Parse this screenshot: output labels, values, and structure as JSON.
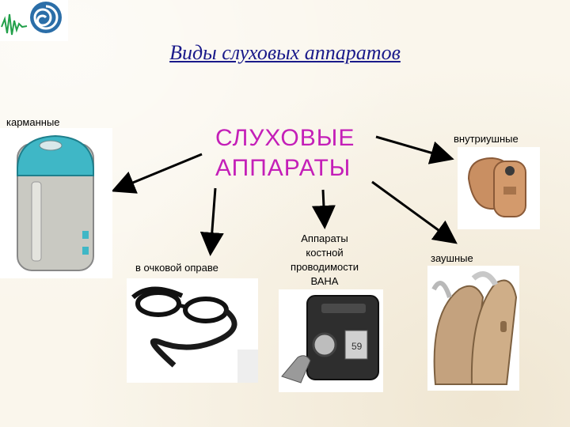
{
  "slide": {
    "title": "Виды слуховых аппаратов",
    "center_title_line1": "СЛУХОВЫЕ",
    "center_title_line2": "АППАРАТЫ"
  },
  "categories": {
    "pocket": "карманные",
    "in_ear": "внутриушные",
    "behind_ear": "заушные",
    "glasses": "в очковой оправе",
    "bone_line1": "Аппараты",
    "bone_line2": "костной",
    "bone_line3": "проводимости",
    "bone_line4": "ВАНА"
  },
  "colors": {
    "title": "#1a1a8a",
    "center_title": "#c41fb8",
    "arrows": "#000000"
  }
}
